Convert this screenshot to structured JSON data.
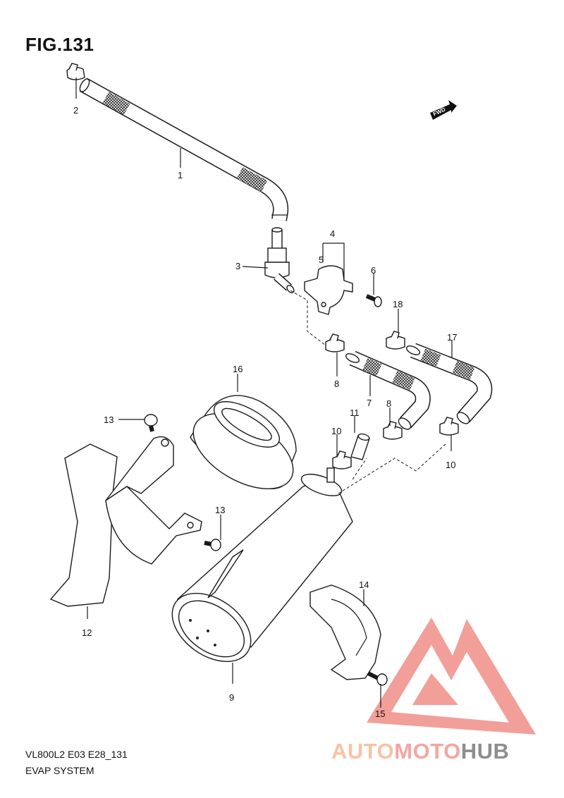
{
  "figure": {
    "title": "FIG.131",
    "model_code": "VL800L2 E03 E28_131",
    "section": "EVAP SYSTEM",
    "direction_badge": "FWD"
  },
  "callouts": [
    {
      "id": "c1",
      "label": "1"
    },
    {
      "id": "c2",
      "label": "2"
    },
    {
      "id": "c3",
      "label": "3"
    },
    {
      "id": "c4",
      "label": "4"
    },
    {
      "id": "c5",
      "label": "5"
    },
    {
      "id": "c6",
      "label": "6"
    },
    {
      "id": "c7",
      "label": "7"
    },
    {
      "id": "c8a",
      "label": "8"
    },
    {
      "id": "c8b",
      "label": "8"
    },
    {
      "id": "c9",
      "label": "9"
    },
    {
      "id": "c10a",
      "label": "10"
    },
    {
      "id": "c10b",
      "label": "10"
    },
    {
      "id": "c11",
      "label": "11"
    },
    {
      "id": "c12",
      "label": "12"
    },
    {
      "id": "c13a",
      "label": "13"
    },
    {
      "id": "c13b",
      "label": "13"
    },
    {
      "id": "c14",
      "label": "14"
    },
    {
      "id": "c15",
      "label": "15"
    },
    {
      "id": "c16",
      "label": "16"
    },
    {
      "id": "c17",
      "label": "17"
    },
    {
      "id": "c18",
      "label": "18"
    }
  ],
  "watermark": {
    "part1": "AUTO",
    "part2": "MOTO",
    "part3": "HUB",
    "colors": {
      "auto": "#f6c3a3",
      "moto": "#f3a7a0",
      "hub": "#8e8e8e",
      "triangle": "#f08f88"
    }
  }
}
